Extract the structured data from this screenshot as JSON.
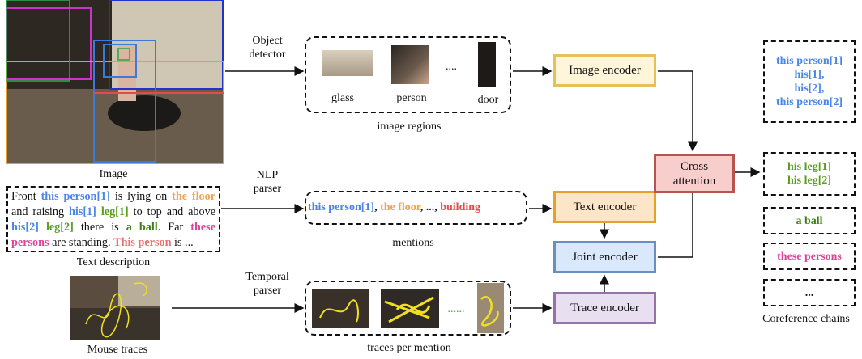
{
  "labels": {
    "image": "Image",
    "text_description": "Text description",
    "mouse_traces": "Mouse traces",
    "object_detector_1": "Object",
    "object_detector_2": "detector",
    "nlp_parser_1": "NLP",
    "nlp_parser_2": "parser",
    "temporal_parser_1": "Temporal",
    "temporal_parser_2": "parser",
    "image_regions": "image regions",
    "mentions": "mentions",
    "traces_per_mention": "traces per mention",
    "coreference_chains": "Coreference chains"
  },
  "regions": {
    "glass": "glass",
    "person": "person",
    "ellipsis": "....",
    "door": "door"
  },
  "trace_ellipsis": "......",
  "encoders": {
    "image": "Image encoder",
    "text": "Text encoder",
    "joint": "Joint encoder",
    "trace": "Trace encoder",
    "cross_1": "Cross",
    "cross_2": "attention"
  },
  "mention_strip": {
    "m1": "this person[1]",
    "sep1": ",",
    "m2": "the floor",
    "sep2": ", ..., ",
    "m3": "building"
  },
  "description": {
    "t1": "Front ",
    "m_person1": "this person[1]",
    "t2": " is lying on ",
    "m_floor_a": "the",
    "m_floor_b": "floor",
    "t3": " and raising ",
    "m_his1": "his[1]",
    "t4": " ",
    "m_leg1": "leg[1]",
    "t5": " to top and above ",
    "m_his2": "his[2]",
    "t6": " ",
    "m_leg2": "leg[2]",
    "t7": " there is ",
    "m_ball_a": "a",
    "m_ball_b": "ball",
    "t8": ". Far ",
    "m_these": "these persons",
    "t9": " are standing. ",
    "m_this": "This person",
    "t10": " is ..."
  },
  "chains": {
    "c1": [
      "this person[1]",
      "his[1],",
      "his[2],",
      "this person[2]"
    ],
    "c2": [
      "his leg[1]",
      "his leg[2]"
    ],
    "c3": "a ball",
    "c4": "these persons",
    "c5": "..."
  },
  "colors": {
    "image_encoder": "#e6c15a",
    "text_encoder": "#e6a128",
    "joint_encoder": "#6c8ebf",
    "trace_encoder": "#9673a6",
    "cross_attention": "#b85450",
    "mention_blue": "#4a86e8",
    "mention_orange": "#f6a24b",
    "mention_green": "#5a9e1f",
    "mention_pink": "#e0439a",
    "mention_red": "#e84a4a"
  }
}
